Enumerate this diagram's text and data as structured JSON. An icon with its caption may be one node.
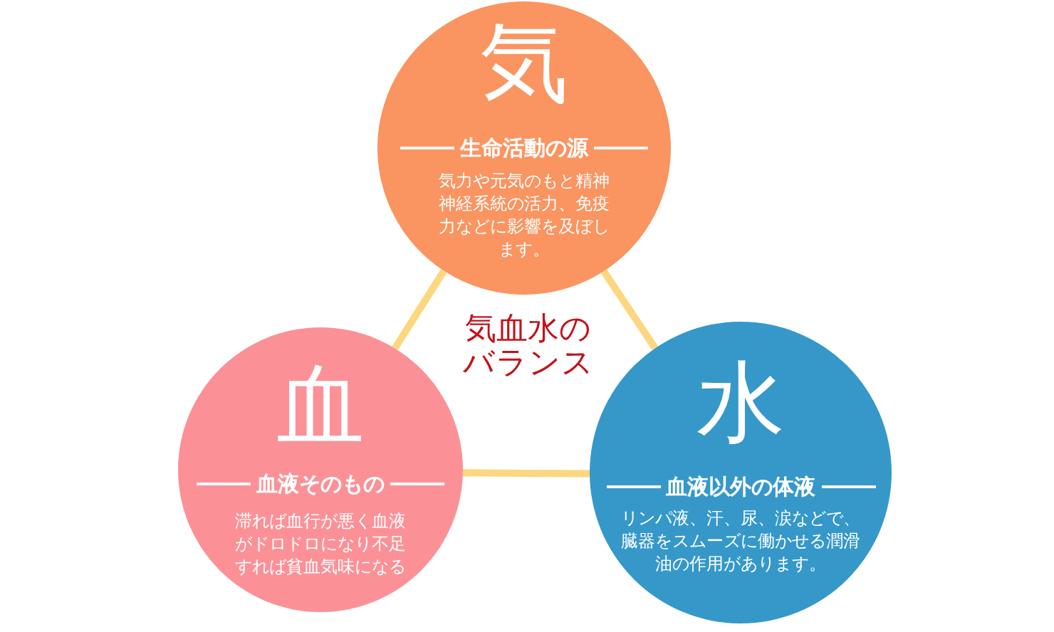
{
  "diagram": {
    "nodes": [
      {
        "text": [
          "気",
          "生命活動の源",
          "気力や元気のもと精神神経系統の活力、免疫力などに影響を及ぼします。"
        ]
      },
      {
        "text": [
          "血",
          "血液そのもの",
          "滞れば血行が悪く血液がドロドロになり不足すれば貧血気味になる"
        ]
      },
      {
        "text": [
          "水",
          "血液以外の体液",
          "リンパ液、汗、尿、涙などで、臓器をスムーズに働かせる潤滑油の作用があります。"
        ]
      }
    ],
    "edges": [
      {
        "from": 0,
        "to": 1,
        "arrow": "none"
      },
      {
        "from": 0,
        "to": 2,
        "arrow": "none"
      },
      {
        "from": 1,
        "to": 2,
        "arrow": "none"
      }
    ],
    "labels": [
      "気血水のバランス"
    ]
  }
}
